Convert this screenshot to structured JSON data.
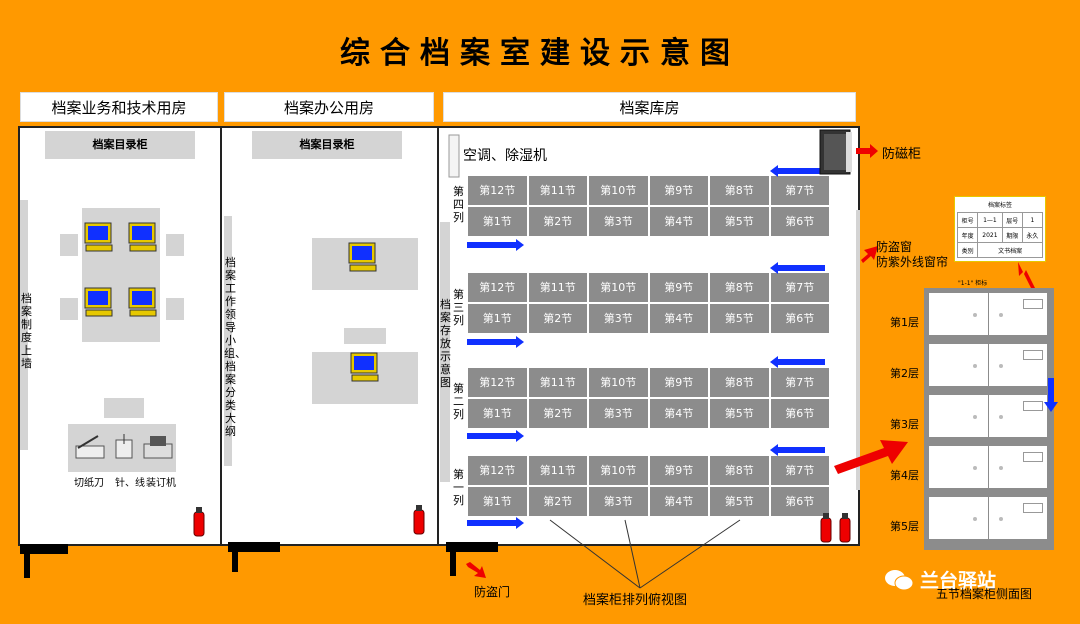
{
  "title": "综合档案室建设示意图",
  "headers": {
    "room1": "档案业务和技术用房",
    "room2": "档案办公用房",
    "room3": "档案库房"
  },
  "room1": {
    "catalog_cabinet": "档案目录柜",
    "wall_text": "档案制度上墙",
    "tools": [
      "切纸刀",
      "针、线",
      "装订机"
    ]
  },
  "room2": {
    "catalog_cabinet": "档案目录柜",
    "wall_text": "档案工作领导小组、档案分类大纲"
  },
  "room3": {
    "ac_label": "空调、除湿机",
    "wall_text": "档案存放示意图",
    "rows": [
      {
        "label": "第四列",
        "top": [
          "第12节",
          "第11节",
          "第10节",
          "第9节",
          "第8节",
          "第7节"
        ],
        "bottom": [
          "第1节",
          "第2节",
          "第3节",
          "第4节",
          "第5节",
          "第6节"
        ]
      },
      {
        "label": "第三列",
        "top": [
          "第12节",
          "第11节",
          "第10节",
          "第9节",
          "第8节",
          "第7节"
        ],
        "bottom": [
          "第1节",
          "第2节",
          "第3节",
          "第4节",
          "第5节",
          "第6节"
        ]
      },
      {
        "label": "第二列",
        "top": [
          "第12节",
          "第11节",
          "第10节",
          "第9节",
          "第8节",
          "第7节"
        ],
        "bottom": [
          "第1节",
          "第2节",
          "第3节",
          "第4节",
          "第5节",
          "第6节"
        ]
      },
      {
        "label": "第一列",
        "top": [
          "第12节",
          "第11节",
          "第10节",
          "第9节",
          "第8节",
          "第7节"
        ],
        "bottom": [
          "第1节",
          "第2节",
          "第3节",
          "第4节",
          "第5节",
          "第6节"
        ]
      }
    ],
    "top_view_label": "档案柜排列俯视图"
  },
  "callouts": {
    "magnetic_cabinet": "防磁柜",
    "window": "防盗窗\n防紫外线窗帘",
    "security_door": "防盗门"
  },
  "side_view": {
    "card_title": "档案标签",
    "card_rows": [
      [
        "柜号",
        "1—1",
        "层号",
        "1"
      ],
      [
        "年度",
        "2021",
        "期限",
        "永久"
      ],
      [
        "类别",
        "文书档案"
      ]
    ],
    "cabinet_label": "\"1-1\" 柜标",
    "layers": [
      "第1层",
      "第2层",
      "第3层",
      "第4层",
      "第5层"
    ],
    "caption": "五节档案柜侧面图"
  },
  "watermark": "兰台驿站"
}
